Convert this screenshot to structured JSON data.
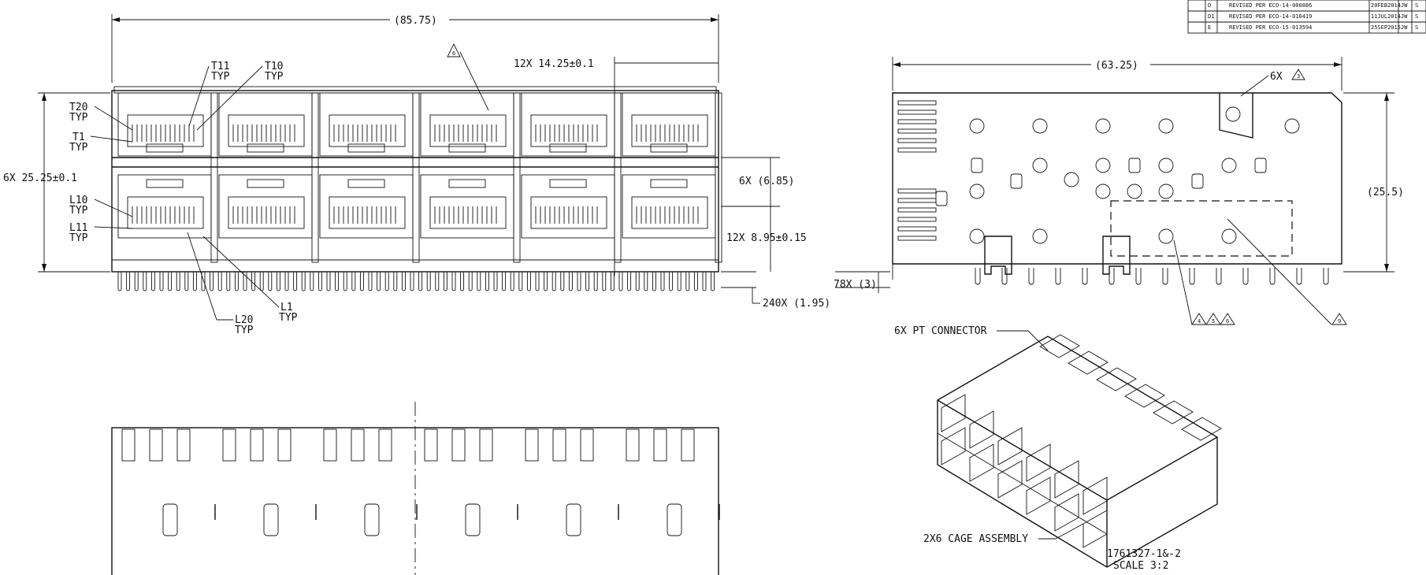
{
  "revision_table": {
    "rows": [
      {
        "rev": "D",
        "desc": "REVISED PER ECO-14-000886",
        "date": "20FEB2014",
        "dwn": "JW",
        "apvd": "S"
      },
      {
        "rev": "D1",
        "desc": "REVISED PER ECO-14-010419",
        "date": "11JUL2014",
        "dwn": "JW",
        "apvd": "S"
      },
      {
        "rev": "E",
        "desc": "REVISED PER ECO-15-013594",
        "date": "25SEP2015",
        "dwn": "JW",
        "apvd": "S"
      }
    ]
  },
  "front_view": {
    "overall_width": "(85.75)",
    "pitch": "12X 14.25±0.1",
    "note_flag": "6",
    "height": "6X 25.25±0.1",
    "port_spacing": "6X (6.85)",
    "port_height": "12X 8.95±0.15",
    "pin_length": "240X (1.95)",
    "labels": {
      "t11": "T11",
      "t11_typ": "TYP",
      "t10": "T10",
      "t10_typ": "TYP",
      "t20": "T20",
      "t20_typ": "TYP",
      "t1": "T1",
      "t1_typ": "TYP",
      "l10": "L10",
      "l10_typ": "TYP",
      "l11": "L11",
      "l11_typ": "TYP",
      "l1": "L1",
      "l1_typ": "TYP",
      "l20": "L20",
      "l20_typ": "TYP"
    }
  },
  "side_view": {
    "length": "(63.25)",
    "height": "(25.5)",
    "peg": "78X (3)",
    "callout_6x": "6X",
    "flag_3": "3",
    "flags_456": [
      "4",
      "5",
      "6"
    ],
    "flag_9": "9"
  },
  "iso_view": {
    "pt_connector": "6X PT CONNECTOR",
    "cage_assembly": "2X6 CAGE ASSEMBLY",
    "part_number": "1761327-1&-2",
    "scale": "SCALE  3:2"
  }
}
